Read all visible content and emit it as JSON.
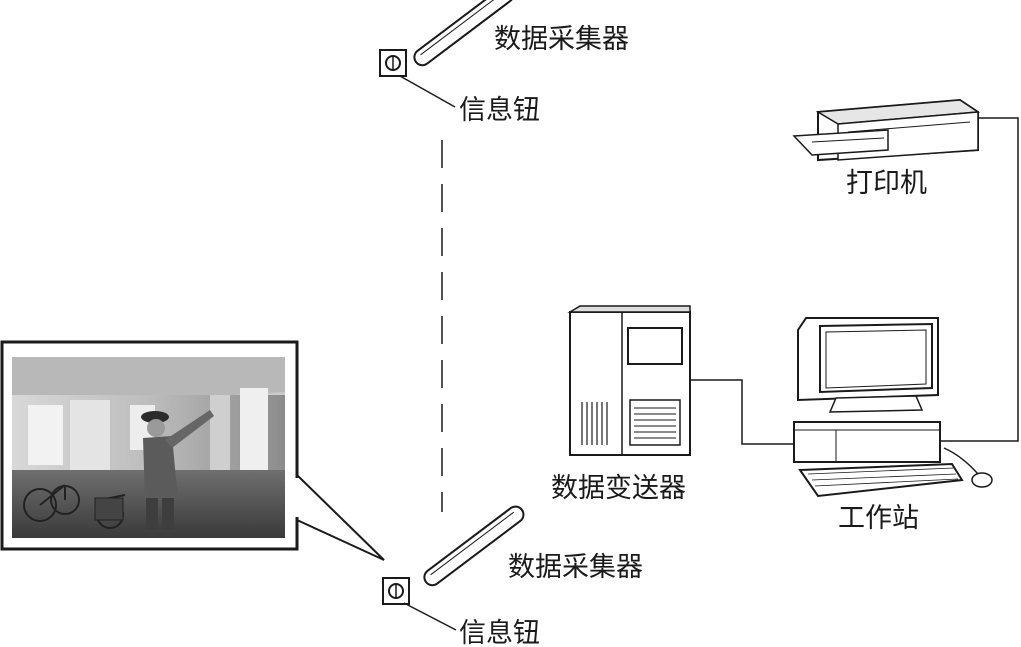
{
  "labels": {
    "collector_top": "数据采集器",
    "button_top": "信息钮",
    "collector_bottom": "数据采集器",
    "button_bottom": "信息钮",
    "printer": "打印机",
    "transmitter": "数据变送器",
    "workstation": "工作站"
  },
  "photo": {
    "scene": "guard-touching-info-button"
  },
  "colors": {
    "line": "#1a1a1a",
    "device_fill": "#ffffff",
    "device_shade": "#d6d6d6"
  }
}
